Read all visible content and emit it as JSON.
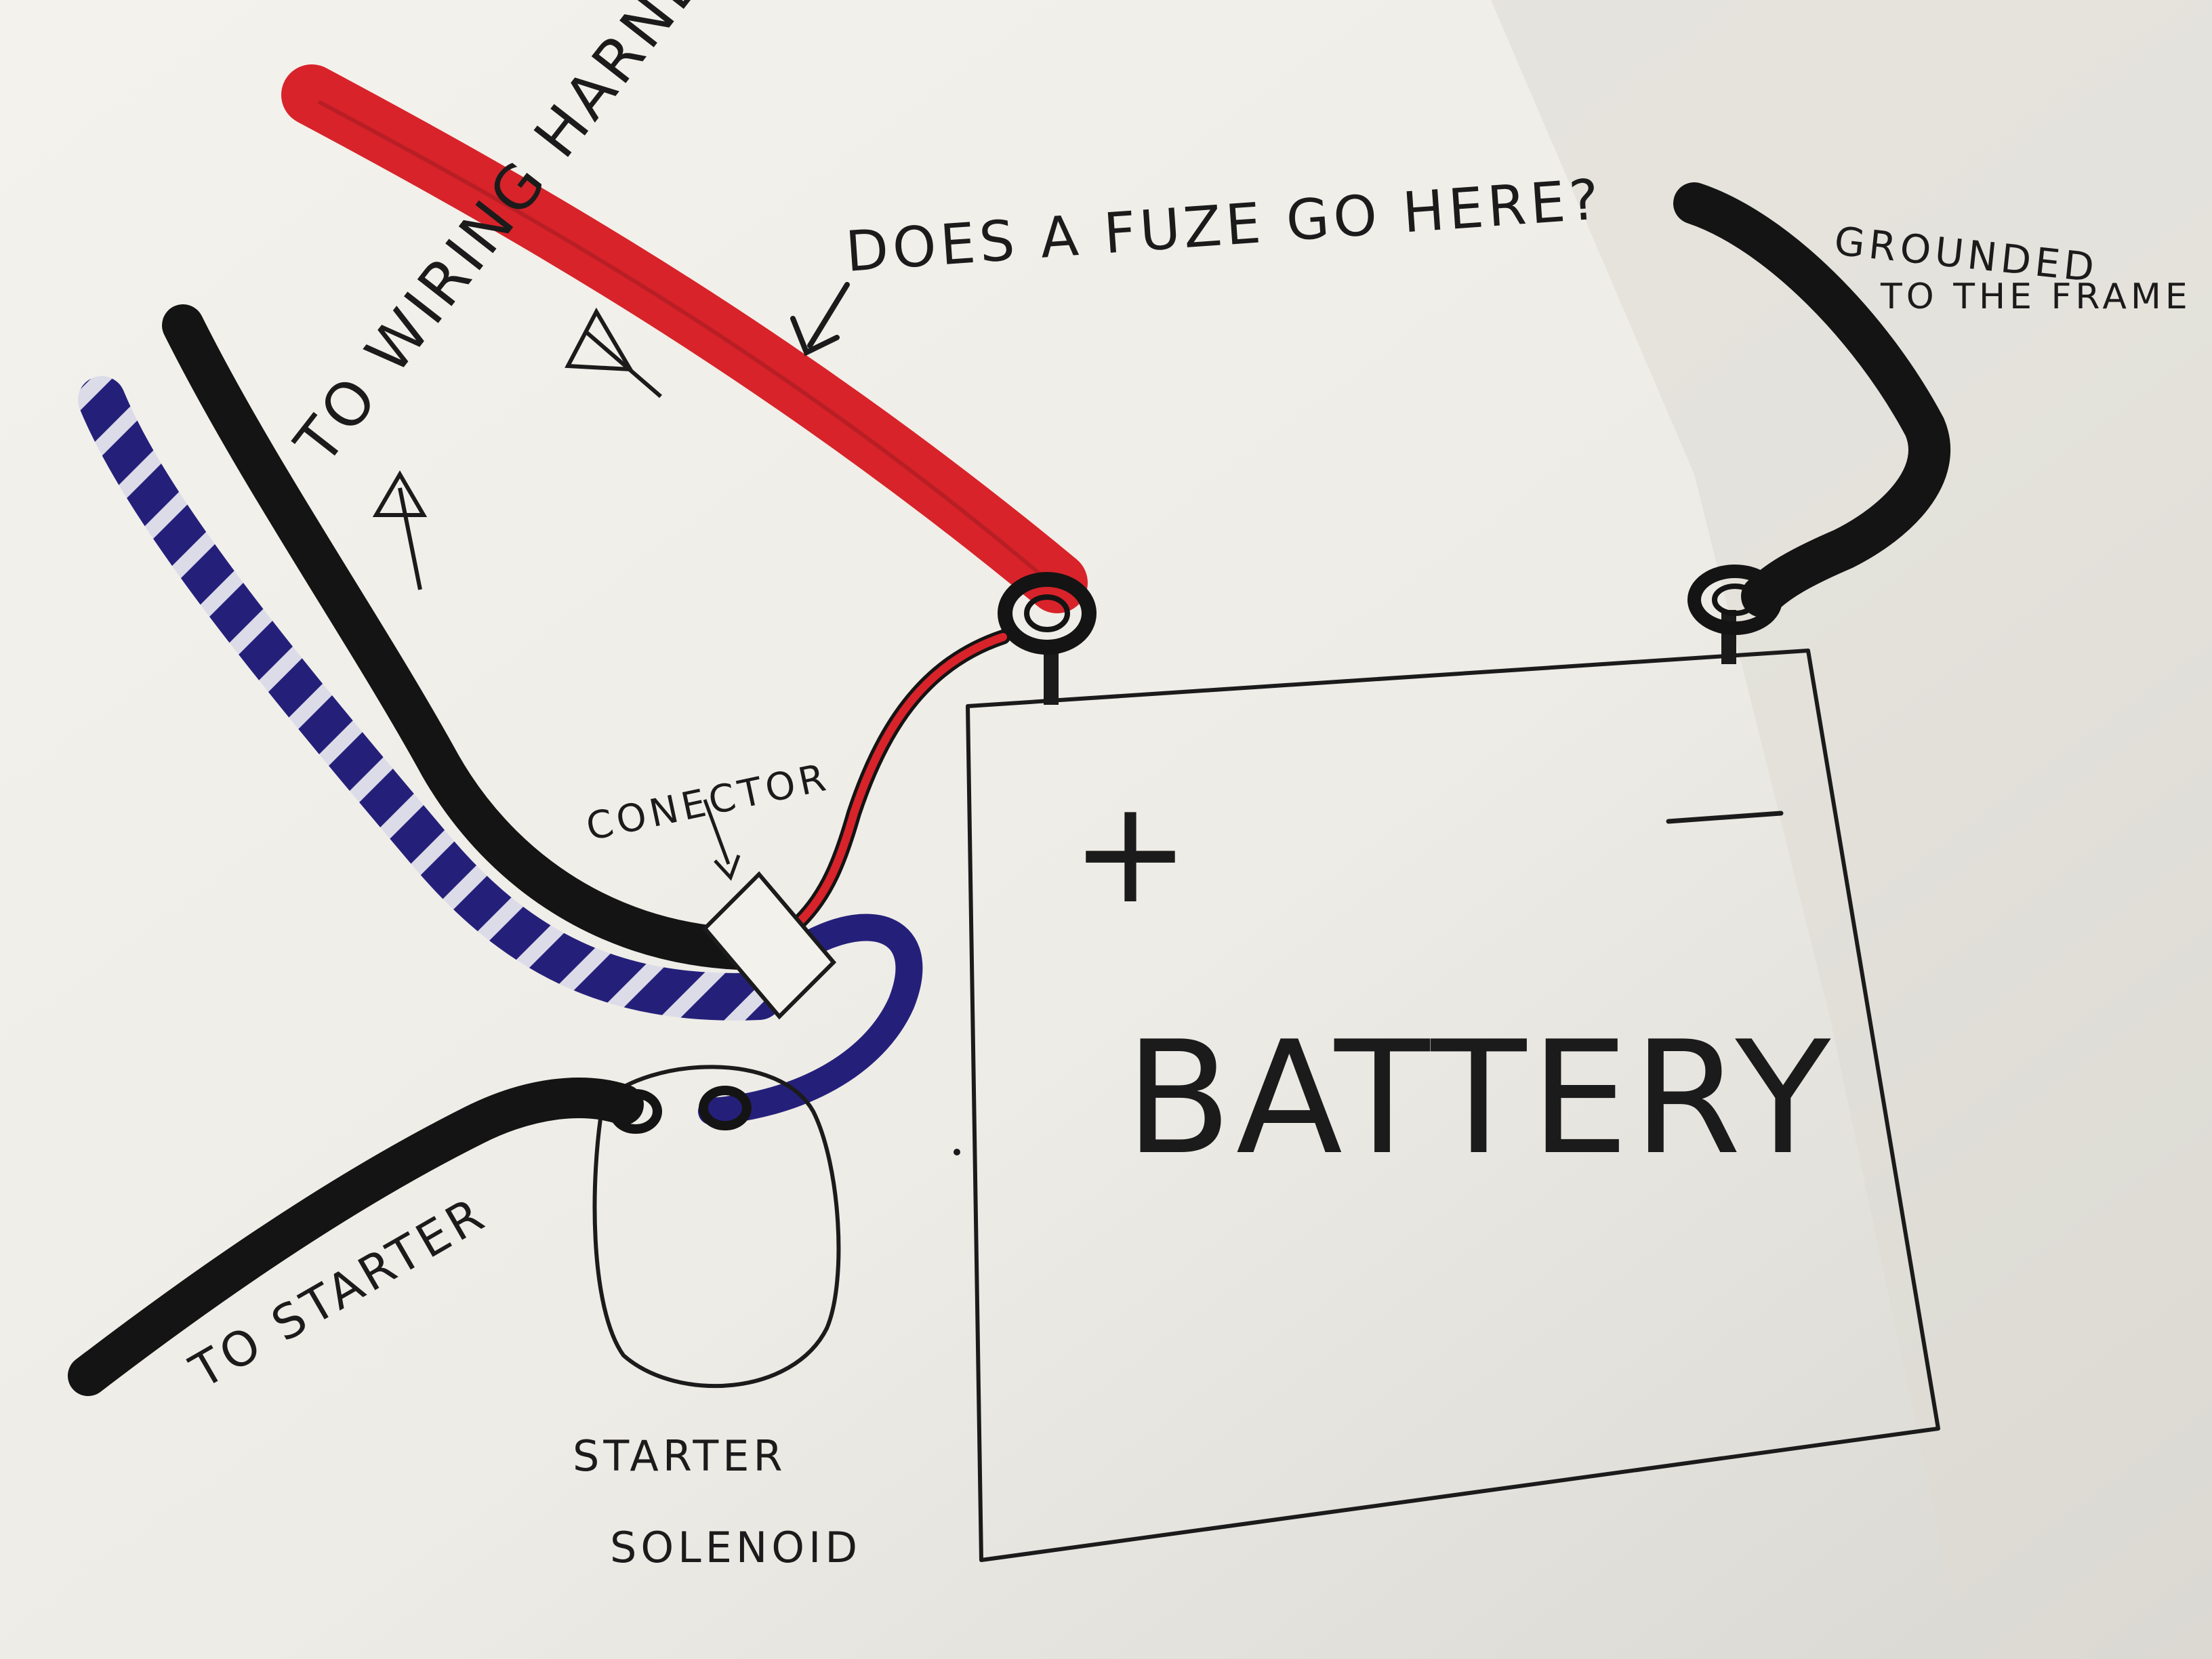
{
  "labels": {
    "wiring_harness": "TO WIRING HARNESS",
    "fuse_question": "DOES A FUZE GO HERE?",
    "ground_line1": "GROUNDED",
    "ground_line2": "TO THE FRAME",
    "connector": "CONECTOR",
    "starter": "TO STARTER",
    "solenoid_line1": "STARTER",
    "solenoid_line2": "SOLENOID",
    "battery": "BATTERY",
    "positive": "+",
    "negative": "—"
  },
  "colors": {
    "paper": "#f1efe9",
    "ink": "#1b1b1b",
    "red_wire": "#d8232a",
    "blue_wire": "#24207a",
    "black_wire": "#141414"
  }
}
